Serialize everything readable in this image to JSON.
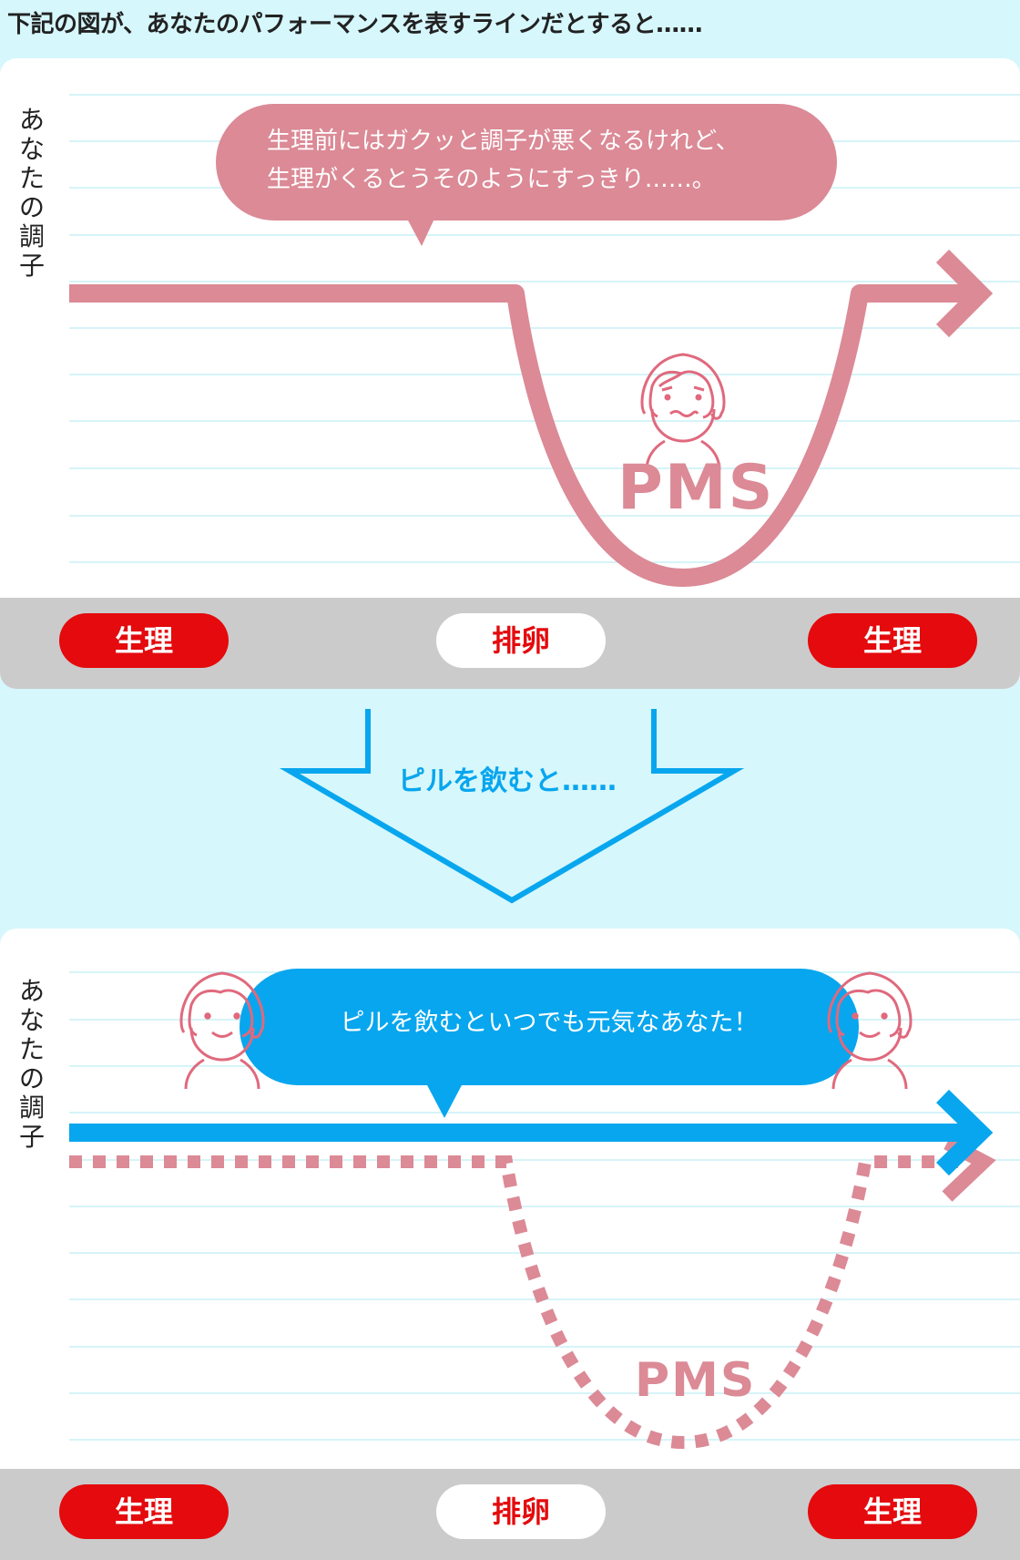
{
  "header": {
    "intro": "下記の図が、あなたのパフォーマンスを表すラインだとすると……"
  },
  "top_panel": {
    "ylabel": "あなたの調子",
    "bubble_line1": "生理前にはガクッと調子が悪くなるけれど、",
    "bubble_line2": "生理がくるとうそのようにすっきり……。",
    "dip_label": "PMS",
    "footer": {
      "left": "生理",
      "middle": "排卵",
      "right": "生理"
    }
  },
  "transition": {
    "label": "ピルを飲むと……"
  },
  "bottom_panel": {
    "ylabel": "あなたの調子",
    "bubble": "ピルを飲むといつでも元気なあなた！",
    "dip_label": "PMS",
    "footer": {
      "left": "生理",
      "middle": "排卵",
      "right": "生理"
    }
  },
  "colors": {
    "background": "#d6f7fc",
    "pink_line": "#db8a96",
    "blue_line": "#08a6ee",
    "period_red": "#e40a0d",
    "footer_gray": "#cbcbcb",
    "grid_line": "#d6f4f8",
    "face_stroke": "#e0697d"
  },
  "icons": [
    "worried-woman-icon",
    "smiling-woman-icon"
  ]
}
